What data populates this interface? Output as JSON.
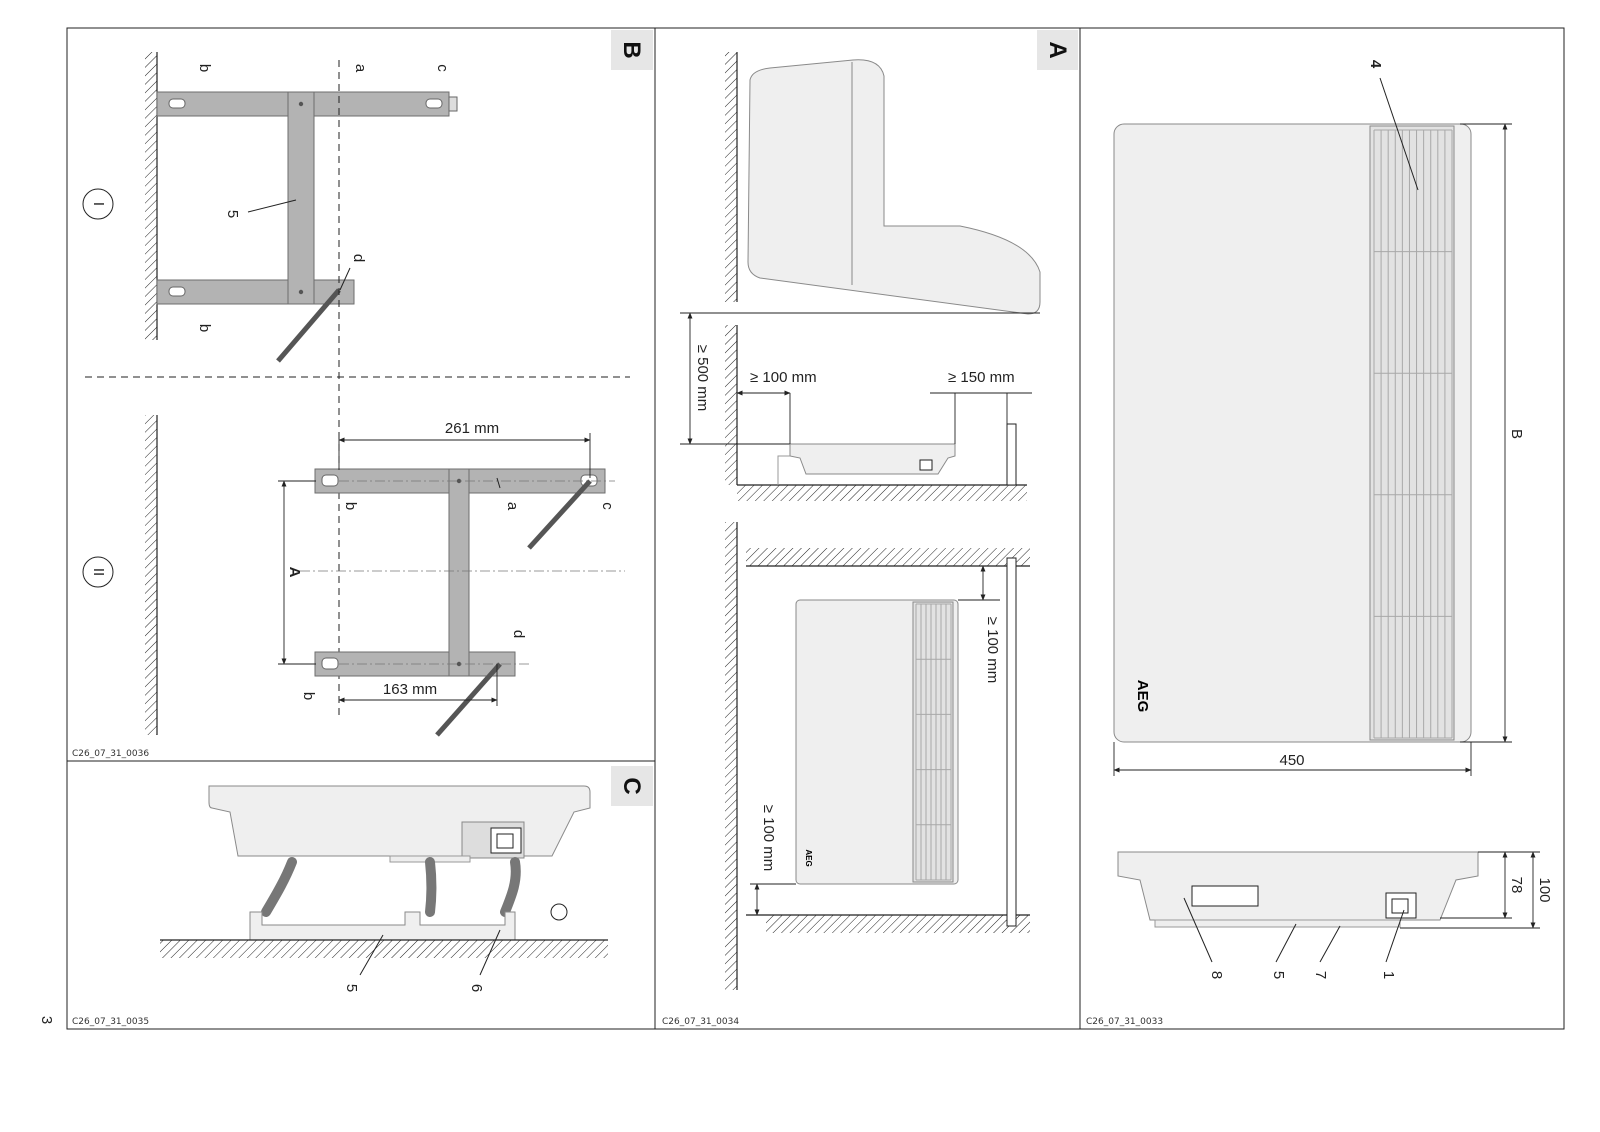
{
  "page": {
    "page_number": "3",
    "panels": {
      "B": {
        "letter": "B",
        "code": "C26_07_31_0036"
      },
      "C": {
        "letter": "C",
        "code": "C26_07_31_0035"
      },
      "A": {
        "letter": "A",
        "code": "C26_07_31_0034"
      },
      "D": {
        "code": "C26_07_31_0033"
      }
    }
  },
  "panel_b": {
    "step_1": "I",
    "step_2": "II",
    "labels": {
      "a": "a",
      "b": "b",
      "c": "c",
      "d": "d",
      "part_5": "5",
      "dim_a": "A"
    },
    "dim_261": "261 mm",
    "dim_163": "163 mm"
  },
  "panel_c": {
    "label_5": "5",
    "label_6": "6"
  },
  "panel_a": {
    "dim_500": "≥ 500 mm",
    "dim_100_left": "≥ 100 mm",
    "dim_150": "≥ 150 mm",
    "dim_100_top": "≥ 100 mm",
    "dim_100_bottom": "≥ 100 mm",
    "brand_small": "AEG"
  },
  "panel_main": {
    "brand": "AEG",
    "label_4": "4",
    "dim_b": "B",
    "dim_450": "450",
    "dim_78": "78",
    "dim_100": "100",
    "label_1": "1",
    "label_5": "5",
    "label_7": "7",
    "label_8": "8"
  }
}
